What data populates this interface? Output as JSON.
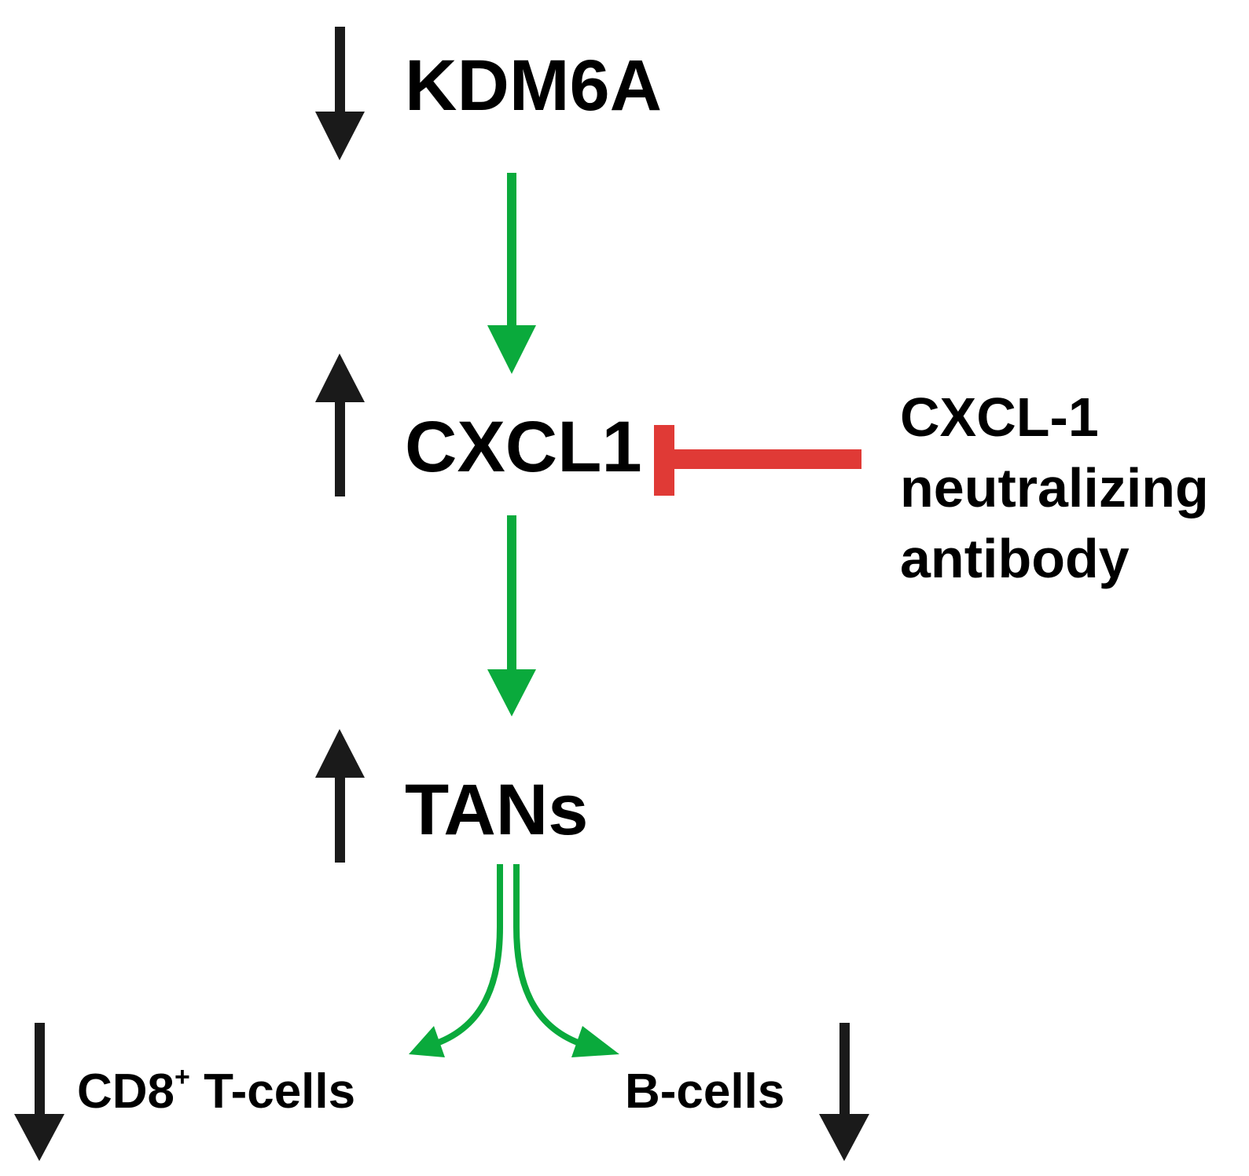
{
  "nodes": {
    "kdm6a": {
      "label": "KDM6A",
      "trend": "down"
    },
    "cxcl1": {
      "label": "CXCL1",
      "trend": "up"
    },
    "tans": {
      "label": "TANs",
      "trend": "up"
    },
    "cd8": {
      "label": "CD8",
      "superscript": "+",
      "suffix": " T-cells",
      "trend": "down"
    },
    "bcells": {
      "label": "B-cells",
      "trend": "down"
    }
  },
  "inhibitor": {
    "lines": [
      "CXCL-1",
      "neutralizing",
      "antibody"
    ]
  },
  "colors": {
    "activation": "#0aaa3c",
    "inhibition": "#e03a36",
    "trend": "#1a1a1a",
    "text": "#000000"
  }
}
